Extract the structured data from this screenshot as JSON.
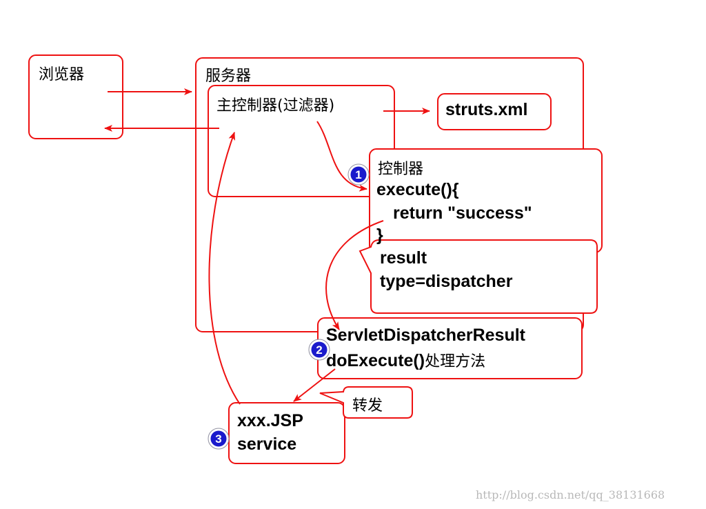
{
  "colors": {
    "stroke": "#ee1111",
    "badge_fill": "#1a1acc",
    "badge_ring": "#ffffff",
    "badge_text": "#ffffff"
  },
  "boxes": {
    "browser": "浏览器",
    "server": "服务器",
    "main_controller": "主控制器(过滤器)",
    "struts_xml": "struts.xml",
    "controller": {
      "title": "控制器",
      "line1": "execute(){",
      "line2": "return \"success\"",
      "line3": "}"
    },
    "result": {
      "line1": "result",
      "line2": "type=dispatcher"
    },
    "dispatcher_result": {
      "line1": "ServletDispatcherResult",
      "line2_code": "doExecute()",
      "line2_text": "处理方法"
    },
    "forward_callout": "转发",
    "jsp": {
      "line1": "xxx.JSP",
      "line2": "service"
    }
  },
  "badges": [
    "1",
    "2",
    "3"
  ],
  "watermark": "http://blog.csdn.net/qq_38131668"
}
